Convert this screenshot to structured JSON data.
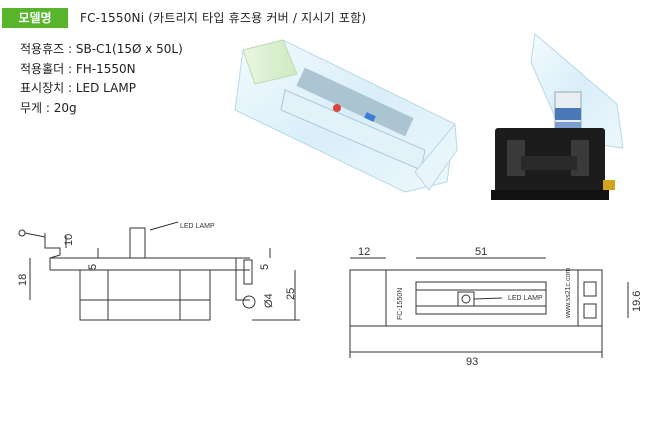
{
  "header": {
    "badge": "모델명",
    "title": "FC-1550Ni (카트리지 타입 휴즈용 커버 / 지시기 포함)"
  },
  "specs": [
    {
      "label": "적용휴즈",
      "value": "SB-C1(15Ø x 50L)"
    },
    {
      "label": "적용홀더",
      "value": "FH-1550N"
    },
    {
      "label": "표시장치",
      "value": "LED LAMP"
    },
    {
      "label": "무게",
      "value": "20g"
    }
  ],
  "side_view": {
    "led_label": "LED LAMP",
    "dim_10": "10",
    "dim_18": "18",
    "dim_5a": "5",
    "dim_5b": "5",
    "dim_phi4": "Ø4",
    "dim_25": "25"
  },
  "top_view": {
    "dim_12": "12",
    "dim_51": "51",
    "dim_93": "93",
    "dim_19_6": "19.6",
    "model_text": "FC-1550N",
    "website": "www.ss21c.com",
    "led_label": "LED LAMP"
  },
  "colors": {
    "badge": "#58b52b",
    "line": "#333333"
  }
}
